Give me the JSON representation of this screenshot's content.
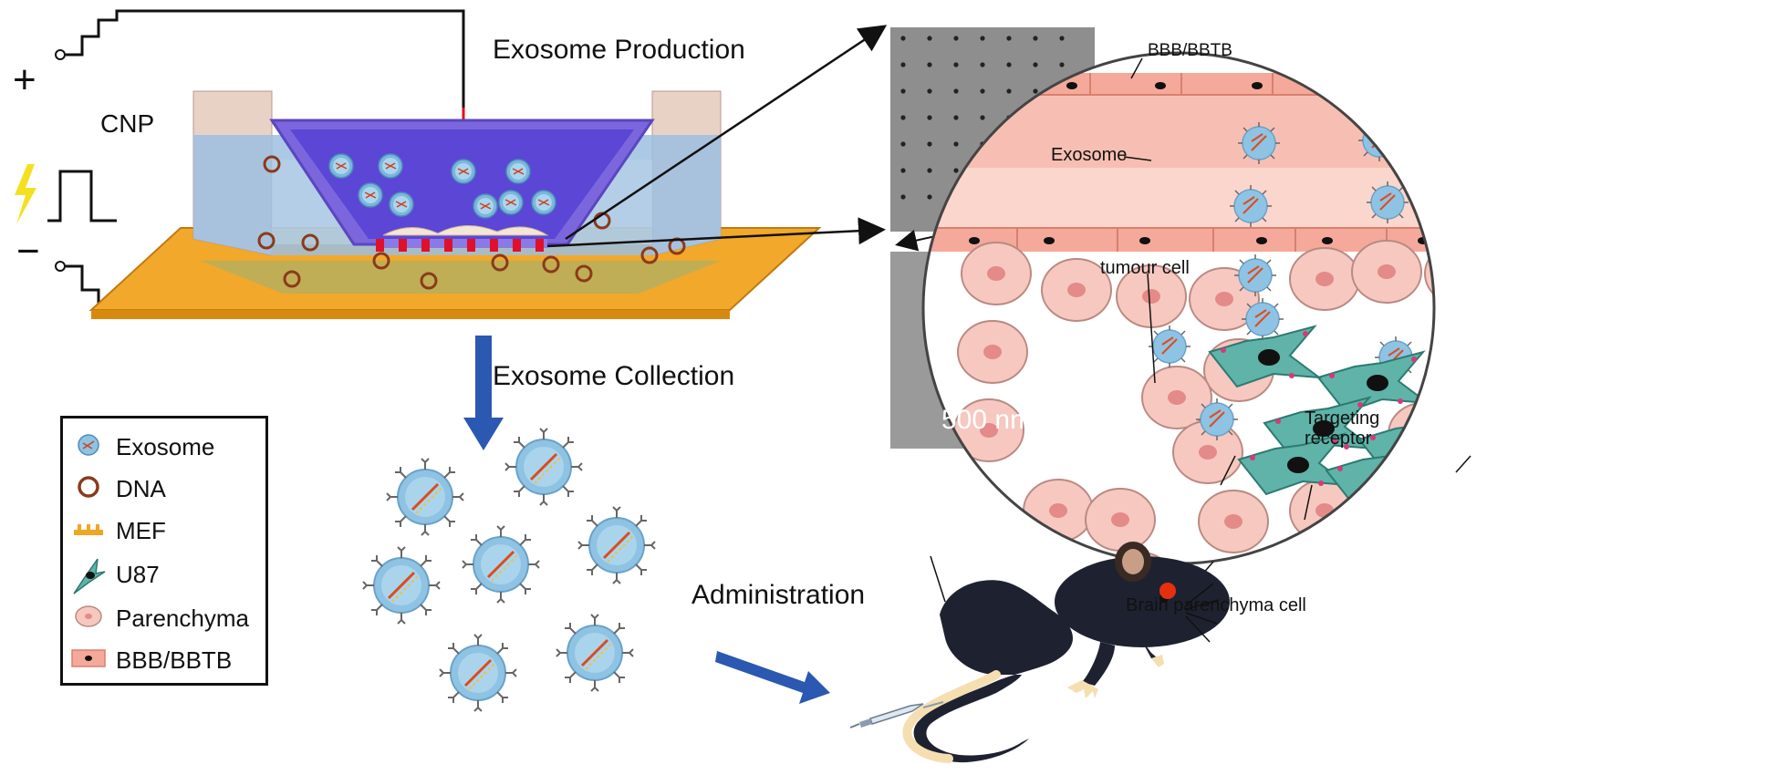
{
  "polarity": {
    "plus": "+",
    "minus": "−"
  },
  "labels": {
    "cnp": "CNP",
    "exosome_production": "Exosome Production",
    "exosome_collection": "Exosome Collection",
    "administration": "Administration",
    "sem_scale": "500 nm",
    "bbb_bbtb": "BBB/BBTB",
    "exosome": "Exosome",
    "tumour_cell": "tumour cell",
    "targeting_receptor": "Targeting receptor",
    "brain_parenchyma_cell": "Brain parenchyma cell"
  },
  "legend": [
    {
      "icon": "exosome-icon",
      "label": "Exosome"
    },
    {
      "icon": "dna-ring-icon",
      "label": "DNA"
    },
    {
      "icon": "mef-icon",
      "label": "MEF"
    },
    {
      "icon": "u87-cell-icon",
      "label": "U87"
    },
    {
      "icon": "parenchyma-cell-icon",
      "label": "Parenchyma"
    },
    {
      "icon": "bbb-bbtb-icon",
      "label": "BBB/BBTB"
    }
  ],
  "colors": {
    "arrow_blue": "#2b58b0",
    "exosome_blue": "#6aa8d4",
    "dna_brown": "#8b3a1a",
    "vessel_pink": "#f4a99a",
    "parenchyma_pink": "#f6c8c0",
    "tumour_teal": "#5fb3a8",
    "gold_plate": "#f0a623",
    "chamber_purple": "#6a4fd6",
    "marker_red": "#e53010"
  }
}
